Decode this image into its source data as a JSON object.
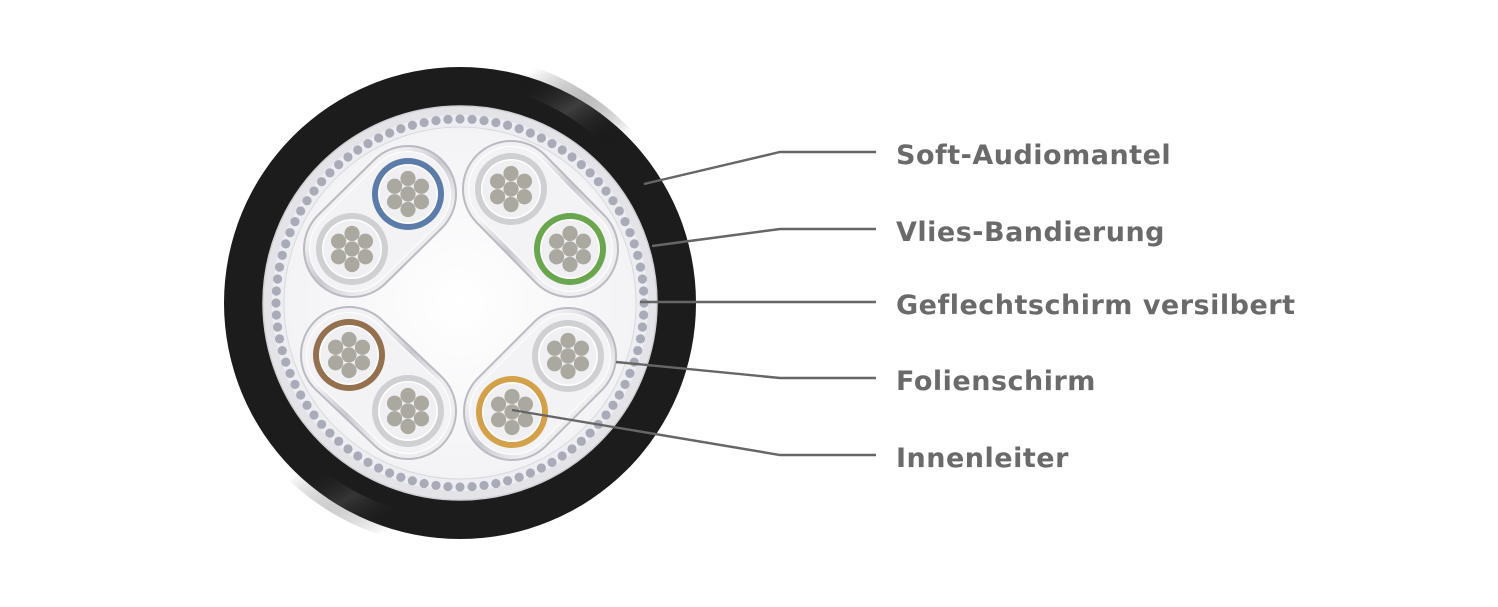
{
  "labels": [
    {
      "id": "jacket",
      "text": "Soft-Audiomantel"
    },
    {
      "id": "fleece",
      "text": "Vlies-Bandierung"
    },
    {
      "id": "braid",
      "text": "Geflechtschirm versilbert"
    },
    {
      "id": "foil",
      "text": "Folienschirm"
    },
    {
      "id": "conductor",
      "text": "Innenleiter"
    }
  ],
  "colors": {
    "jacket": "#1c1c1c",
    "fleece": "#e4e4e8",
    "braid_dot": "#a9acb8",
    "pair_jacket": "#dcdde2",
    "strand": "#aaa89f",
    "insulation_blue": "#5b7ca8",
    "insulation_green": "#6aa64e",
    "insulation_brown": "#94704f",
    "insulation_orange": "#d4a04a",
    "insulation_gray": "#cfd0d4",
    "leader_line": "#666666",
    "label_text": "#6a6a6a"
  }
}
